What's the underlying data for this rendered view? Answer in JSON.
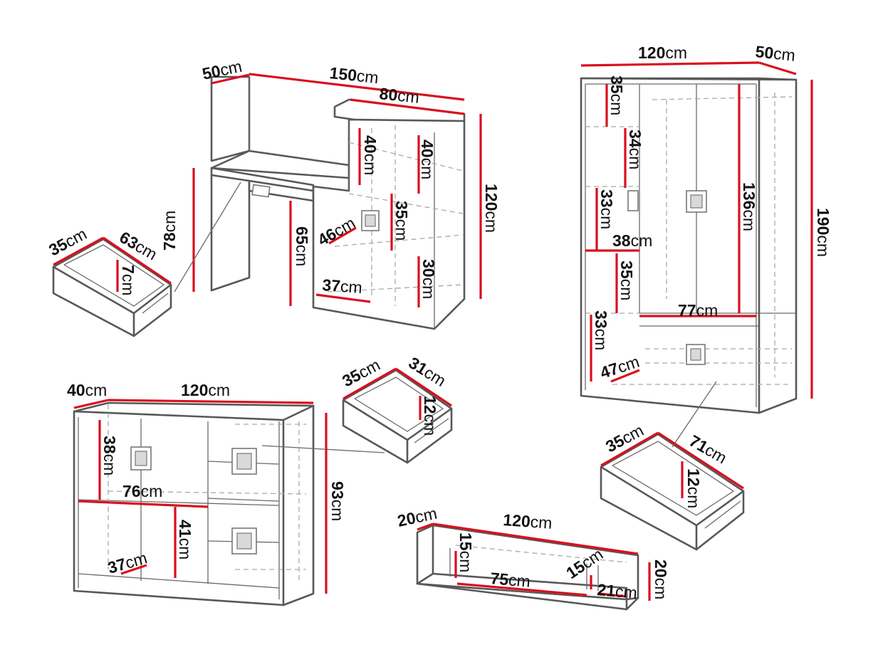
{
  "colors": {
    "outline": "#585858",
    "dimension": "#d8101e",
    "hidden": "#a9a9a9",
    "text": "#111111"
  },
  "unit": "cm",
  "labels": {
    "desk_depth": "50",
    "desk_width": "150",
    "shelf_width": "80",
    "desk_height": "78",
    "desk_knee": "65",
    "desk_total_height": "120",
    "desk_shelf_top_a": "40",
    "desk_shelf_top_b": "40",
    "desk_door_w": "46",
    "desk_shelf_mid": "35",
    "desk_shelf_low": "30",
    "desk_shelf_depth": "37",
    "desk_drawer_w": "35",
    "desk_drawer_d": "63",
    "desk_drawer_h": "7",
    "wardrobe_width": "120",
    "wardrobe_depth": "50",
    "wardrobe_height": "190",
    "wardrobe_hang": "136",
    "wardrobe_s1": "35",
    "wardrobe_s2": "34",
    "wardrobe_s3": "33",
    "wardrobe_s4": "35",
    "wardrobe_s5": "33",
    "wardrobe_shelf_w": "38",
    "wardrobe_inner_w": "77",
    "wardrobe_inner_d": "47",
    "wardrobe_drawer_w": "35",
    "wardrobe_drawer_d": "71",
    "wardrobe_drawer_h": "12",
    "chest_depth": "40",
    "chest_width": "120",
    "chest_height": "93",
    "chest_top": "38",
    "chest_low": "41",
    "chest_inner_w": "76",
    "chest_inner_d": "37",
    "chest_drawer_w": "35",
    "chest_drawer_d": "31",
    "chest_drawer_h": "12",
    "shelf_depth": "20",
    "shelf_len": "120",
    "shelf_h": "20",
    "shelf_inner_a": "15",
    "shelf_inner_b": "15",
    "shelf_inner_w": "75",
    "shelf_inner_d": "21"
  }
}
